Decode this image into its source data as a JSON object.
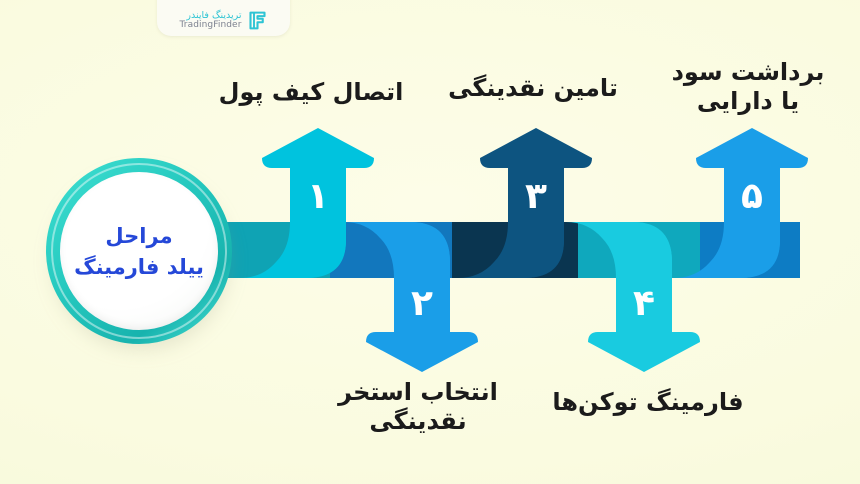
{
  "logo": {
    "persian": "تریدینگ فایندر",
    "latin": "TradingFinder",
    "mark_name": "tradingfinder-logo-mark"
  },
  "center": {
    "line1": "مراحل",
    "line2": "ییلد فارمینگ",
    "text_color": "#2548d8",
    "ring_color": "#2ec9bf"
  },
  "canvas": {
    "background_color": "#fafbe0"
  },
  "steps": [
    {
      "number": "۱",
      "label": "اتصال کیف پول",
      "direction": "up",
      "color": "#00c3de",
      "shade_color": "#0fa3b4"
    },
    {
      "number": "۲",
      "label": "انتخاب استخر\nنقدینگی",
      "direction": "down",
      "color": "#1a9ee8",
      "shade_color": "#1277bd"
    },
    {
      "number": "۳",
      "label": "تامین نقدینگی",
      "direction": "up",
      "color": "#0d5480",
      "shade_color": "#0a3550"
    },
    {
      "number": "۴",
      "label": "فارمینگ توکن‌ها",
      "direction": "down",
      "color": "#19cbe0",
      "shade_color": "#0fa8bd"
    },
    {
      "number": "۵",
      "label": "برداشت سود\nیا دارایی",
      "direction": "up",
      "color": "#1a9ee8",
      "shade_color": "#0d7cc4"
    }
  ]
}
